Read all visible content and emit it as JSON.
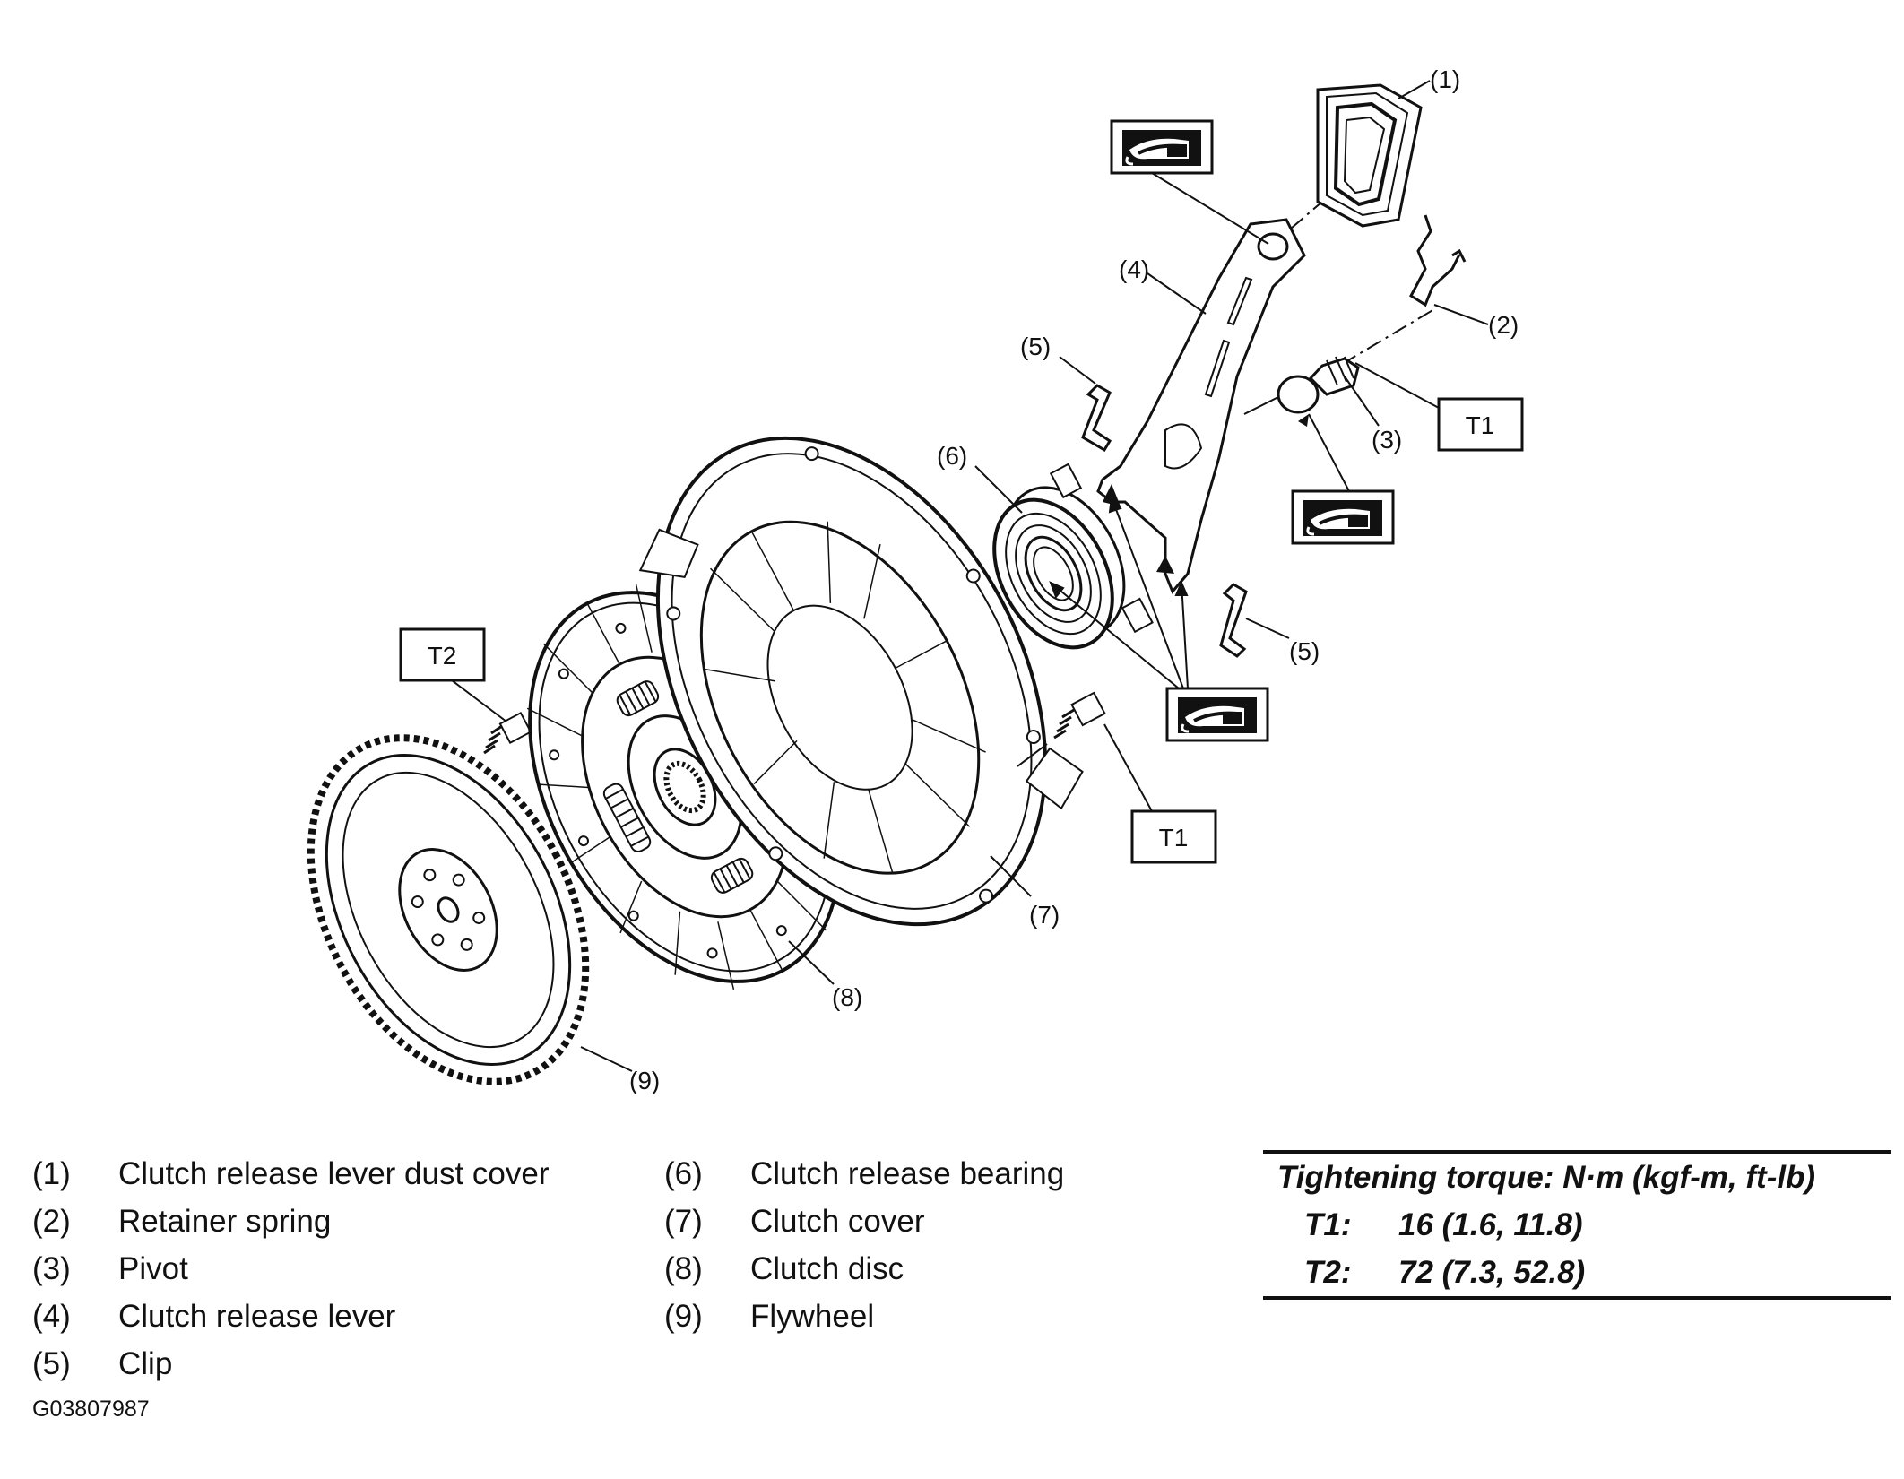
{
  "callouts": {
    "c1": "(1)",
    "c2": "(2)",
    "c3": "(3)",
    "c4": "(4)",
    "c5a": "(5)",
    "c5b": "(5)",
    "c6": "(6)",
    "c7": "(7)",
    "c8": "(8)",
    "c9": "(9)"
  },
  "torque_boxes": {
    "t1_upper": "T1",
    "t1_lower": "T1",
    "t2": "T2"
  },
  "legend": {
    "left": [
      {
        "num": "(1)",
        "label": "Clutch release lever dust cover"
      },
      {
        "num": "(2)",
        "label": "Retainer spring"
      },
      {
        "num": "(3)",
        "label": "Pivot"
      },
      {
        "num": "(4)",
        "label": "Clutch release lever"
      },
      {
        "num": "(5)",
        "label": "Clip"
      }
    ],
    "right": [
      {
        "num": "(6)",
        "label": "Clutch release bearing"
      },
      {
        "num": "(7)",
        "label": "Clutch cover"
      },
      {
        "num": "(8)",
        "label": "Clutch disc"
      },
      {
        "num": "(9)",
        "label": "Flywheel"
      }
    ]
  },
  "torque": {
    "heading": "Tightening torque: N·m (kgf-m, ft-lb)",
    "rows": [
      {
        "key": "T1:",
        "value": "16 (1.6, 11.8)"
      },
      {
        "key": "T2:",
        "value": "72 (7.3, 52.8)"
      }
    ]
  },
  "figure_code": "G03807987"
}
